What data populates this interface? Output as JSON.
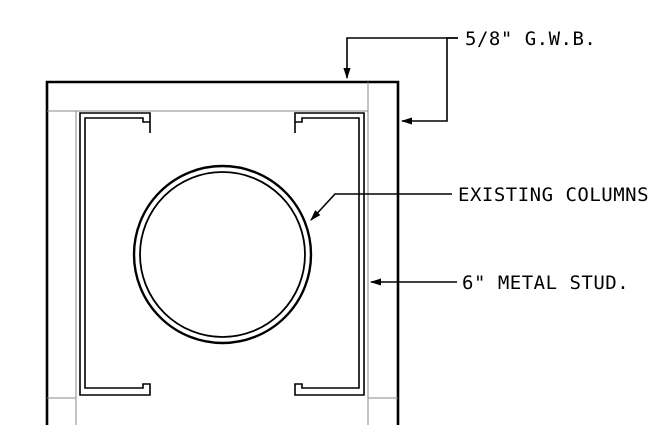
{
  "annotations": {
    "gwb": "5/8\" G.W.B.",
    "columns": "EXISTING COLUMNS",
    "stud": "6\" METAL STUD."
  }
}
